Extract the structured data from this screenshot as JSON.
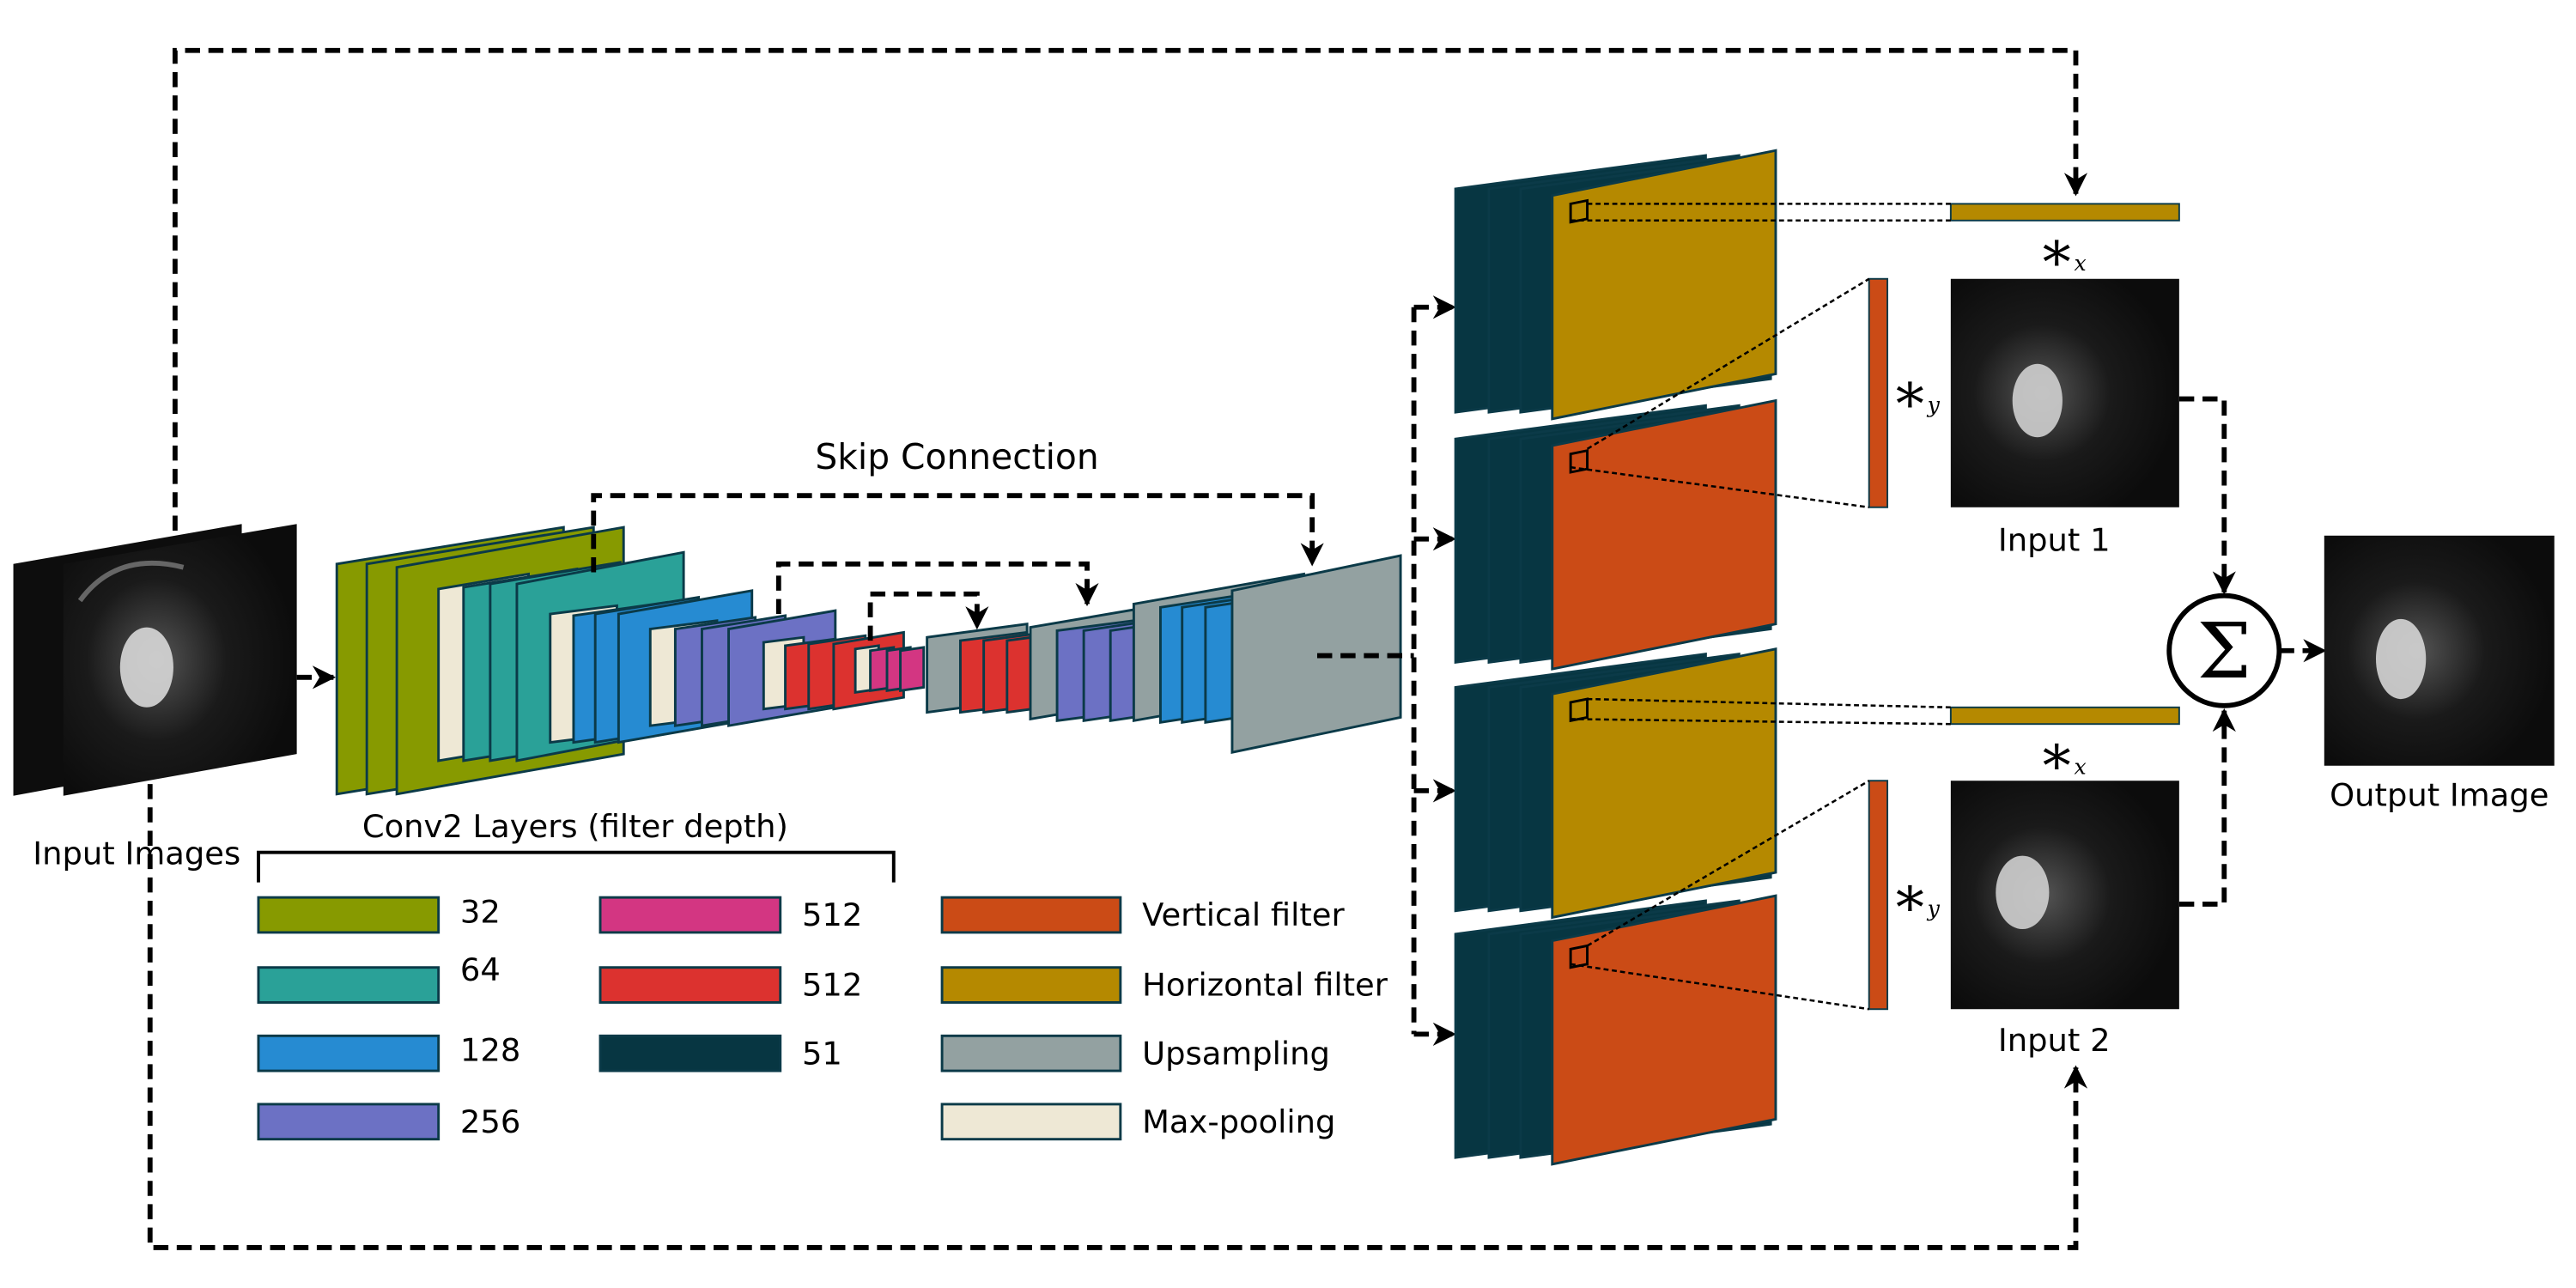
{
  "labels": {
    "input_images": "Input Images",
    "conv_layers": "Conv2 Layers (filter depth)",
    "skip_connection": "Skip Connection",
    "input_1": "Input 1",
    "input_2": "Input 2",
    "output_image": "Output Image",
    "conv_x_symbol": "∗",
    "conv_x_sub": "x",
    "conv_y_symbol": "∗",
    "conv_y_sub": "y",
    "sum_symbol": "Σ"
  },
  "colors": {
    "c32": "#879a00",
    "c64": "#2aa198",
    "c128": "#268bd2",
    "c256": "#6c71c4",
    "c512a": "#d33682",
    "c512b": "#dc322f",
    "c51": "#073642",
    "vertical": "#cb4b16",
    "horizontal": "#b58900",
    "upsampling": "#93a1a1",
    "maxpool": "#eee8d5"
  },
  "legend": {
    "filter_depth": [
      {
        "label": "32",
        "color_key": "c32"
      },
      {
        "label": "64",
        "color_key": "c64"
      },
      {
        "label": "128",
        "color_key": "c128"
      },
      {
        "label": "256",
        "color_key": "c256"
      },
      {
        "label": "512",
        "color_key": "c512a"
      },
      {
        "label": "512",
        "color_key": "c512b"
      },
      {
        "label": "51",
        "color_key": "c51"
      }
    ],
    "operations": [
      {
        "label": "Vertical filter",
        "color_key": "vertical"
      },
      {
        "label": "Horizontal filter",
        "color_key": "horizontal"
      },
      {
        "label": "Upsampling",
        "color_key": "upsampling"
      },
      {
        "label": "Max-pooling",
        "color_key": "maxpool"
      }
    ]
  }
}
